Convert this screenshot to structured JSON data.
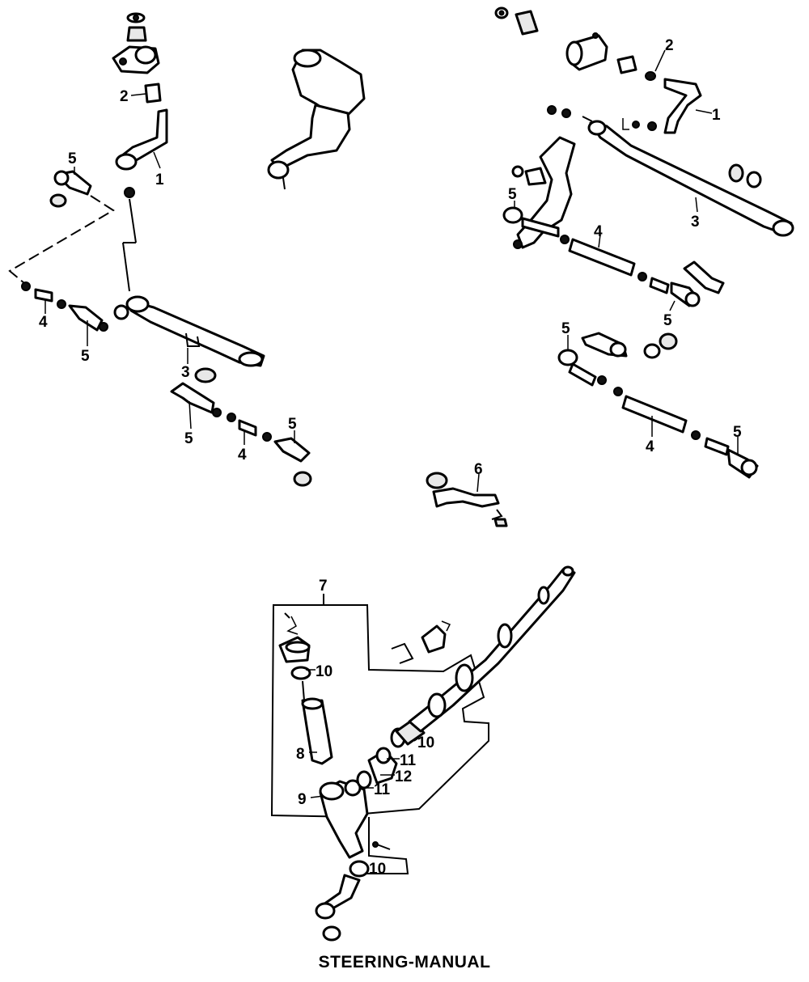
{
  "title": "STEERING-MANUAL",
  "callouts": [
    {
      "id": "c1a",
      "text": "1"
    },
    {
      "id": "c2a",
      "text": "2"
    },
    {
      "id": "c5a",
      "text": "5"
    },
    {
      "id": "c4a",
      "text": "4"
    },
    {
      "id": "c5b",
      "text": "5"
    },
    {
      "id": "c3a",
      "text": "3"
    },
    {
      "id": "c5c",
      "text": "5"
    },
    {
      "id": "c4b",
      "text": "4"
    },
    {
      "id": "c5d",
      "text": "5"
    },
    {
      "id": "c2b",
      "text": "2"
    },
    {
      "id": "c1b",
      "text": "1"
    },
    {
      "id": "c3b",
      "text": "3"
    },
    {
      "id": "c5e",
      "text": "5"
    },
    {
      "id": "c4c",
      "text": "4"
    },
    {
      "id": "c5f",
      "text": "5"
    },
    {
      "id": "c5g",
      "text": "5"
    },
    {
      "id": "c4d",
      "text": "4"
    },
    {
      "id": "c5h",
      "text": "5"
    },
    {
      "id": "c6",
      "text": "6"
    },
    {
      "id": "c7",
      "text": "7"
    },
    {
      "id": "c10a",
      "text": "10"
    },
    {
      "id": "c8",
      "text": "8"
    },
    {
      "id": "c10b",
      "text": "10"
    },
    {
      "id": "c11a",
      "text": "11"
    },
    {
      "id": "c12",
      "text": "12"
    },
    {
      "id": "c11b",
      "text": "11"
    },
    {
      "id": "c9",
      "text": "9"
    },
    {
      "id": "c10c",
      "text": "10"
    }
  ]
}
